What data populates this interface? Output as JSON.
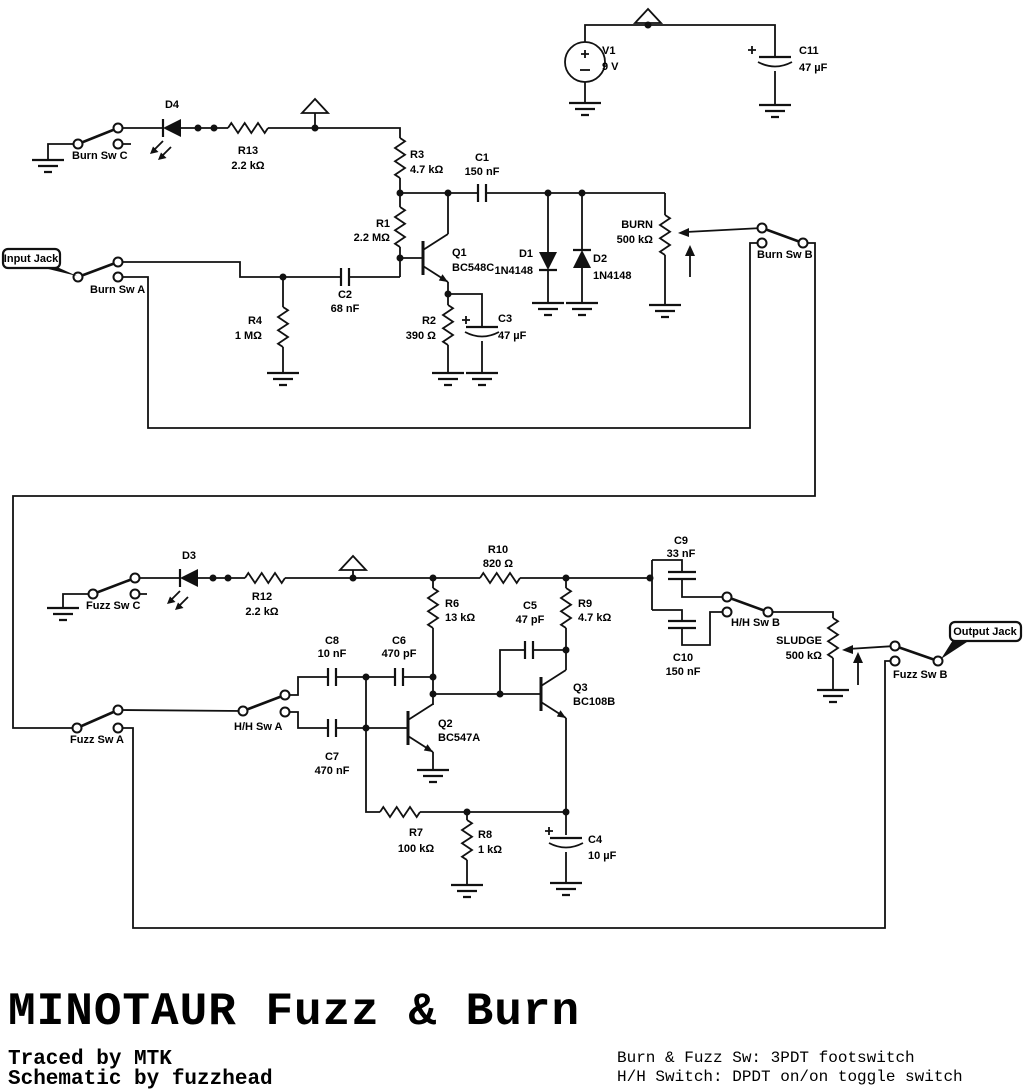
{
  "title": "MINOTAUR Fuzz & Burn",
  "credits": {
    "line1": "Traced by MTK",
    "line2": "Schematic by fuzzhead"
  },
  "notes": {
    "line1": "Burn & Fuzz Sw: 3PDT footswitch",
    "line2": "H/H Switch: DPDT on/on toggle switch"
  },
  "jacks": {
    "input": "Input Jack",
    "output": "Output Jack"
  },
  "power": {
    "V1": {
      "ref": "V1",
      "value": "9 V"
    }
  },
  "pots": {
    "burn": {
      "ref": "BURN",
      "value": "500 kΩ"
    },
    "sludge": {
      "ref": "SLUDGE",
      "value": "500 kΩ"
    }
  },
  "switches": {
    "burn_a": "Burn Sw A",
    "burn_b": "Burn Sw B",
    "burn_c": "Burn Sw C",
    "fuzz_a": "Fuzz Sw A",
    "fuzz_b": "Fuzz Sw B",
    "fuzz_c": "Fuzz Sw C",
    "hh_a": "H/H Sw A",
    "hh_b": "H/H Sw B"
  },
  "components": {
    "R1": {
      "ref": "R1",
      "value": "2.2 MΩ"
    },
    "R2": {
      "ref": "R2",
      "value": "390 Ω"
    },
    "R3": {
      "ref": "R3",
      "value": "4.7 kΩ"
    },
    "R4": {
      "ref": "R4",
      "value": "1 MΩ"
    },
    "R6": {
      "ref": "R6",
      "value": "13 kΩ"
    },
    "R7": {
      "ref": "R7",
      "value": "100 kΩ"
    },
    "R8": {
      "ref": "R8",
      "value": "1 kΩ"
    },
    "R9": {
      "ref": "R9",
      "value": "4.7 kΩ"
    },
    "R10": {
      "ref": "R10",
      "value": "820 Ω"
    },
    "R12": {
      "ref": "R12",
      "value": "2.2 kΩ"
    },
    "R13": {
      "ref": "R13",
      "value": "2.2 kΩ"
    },
    "C1": {
      "ref": "C1",
      "value": "150 nF"
    },
    "C2": {
      "ref": "C2",
      "value": "68 nF"
    },
    "C3": {
      "ref": "C3",
      "value": "47 µF"
    },
    "C4": {
      "ref": "C4",
      "value": "10 µF"
    },
    "C5": {
      "ref": "C5",
      "value": "47 pF"
    },
    "C6": {
      "ref": "C6",
      "value": "470 pF"
    },
    "C7": {
      "ref": "C7",
      "value": "470 nF"
    },
    "C8": {
      "ref": "C8",
      "value": "10 nF"
    },
    "C9": {
      "ref": "C9",
      "value": "33 nF"
    },
    "C10": {
      "ref": "C10",
      "value": "150 nF"
    },
    "C11": {
      "ref": "C11",
      "value": "47 µF"
    },
    "D1": {
      "ref": "D1",
      "value": "1N4148"
    },
    "D2": {
      "ref": "D2",
      "value": "1N4148"
    },
    "D3": {
      "ref": "D3"
    },
    "D4": {
      "ref": "D4"
    },
    "Q1": {
      "ref": "Q1",
      "value": "BC548C"
    },
    "Q2": {
      "ref": "Q2",
      "value": "BC547A"
    },
    "Q3": {
      "ref": "Q3",
      "value": "BC108B"
    }
  }
}
